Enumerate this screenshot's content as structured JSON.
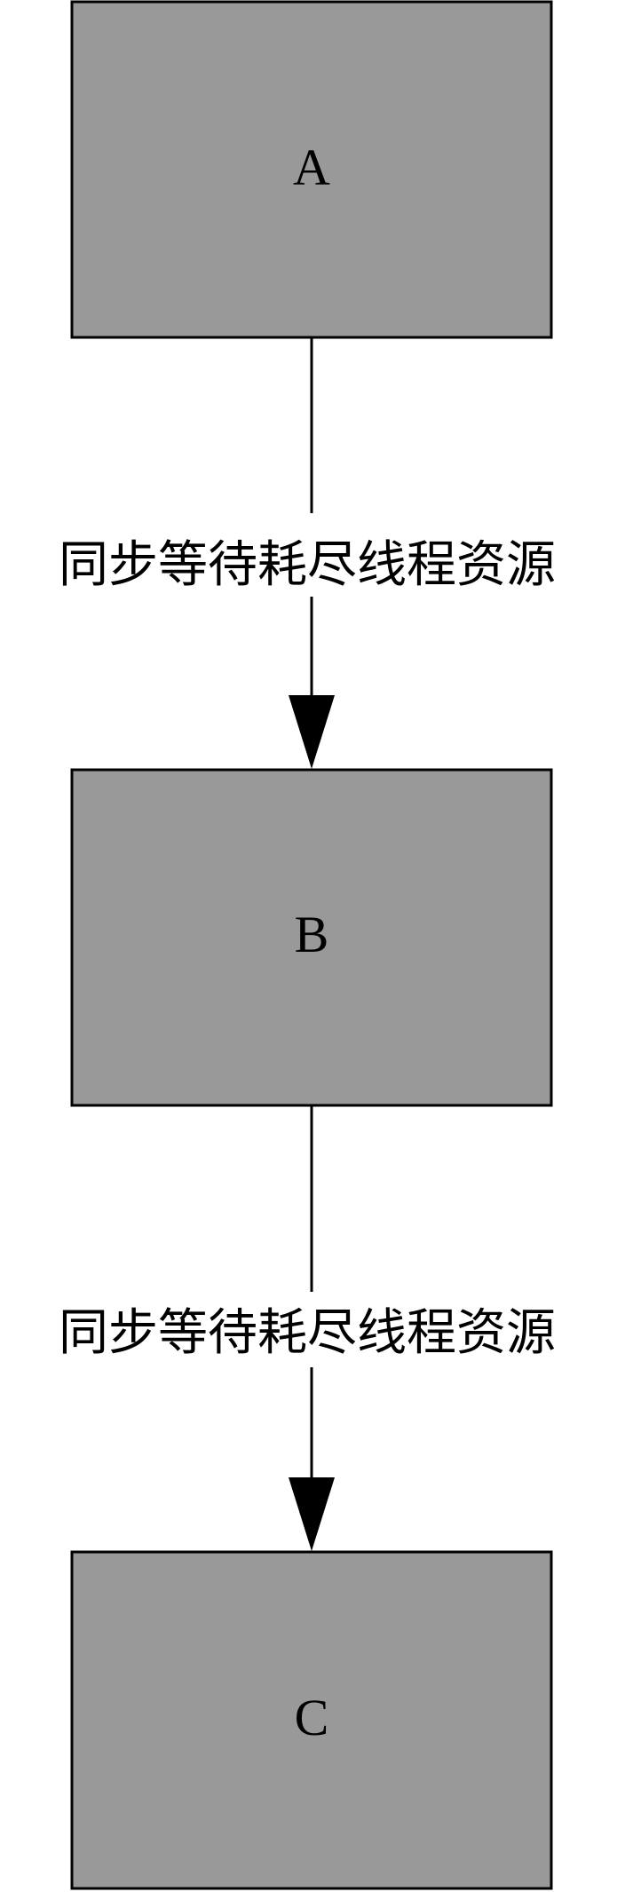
{
  "colors": {
    "node_fill": "#999999",
    "stroke": "#000000",
    "text": "#000000"
  },
  "nodes": [
    {
      "id": "A",
      "label": "A"
    },
    {
      "id": "B",
      "label": "B"
    },
    {
      "id": "C",
      "label": "C"
    }
  ],
  "edges": [
    {
      "from": "A",
      "to": "B",
      "label": "同步等待耗尽线程资源"
    },
    {
      "from": "B",
      "to": "C",
      "label": "同步等待耗尽线程资源"
    }
  ]
}
